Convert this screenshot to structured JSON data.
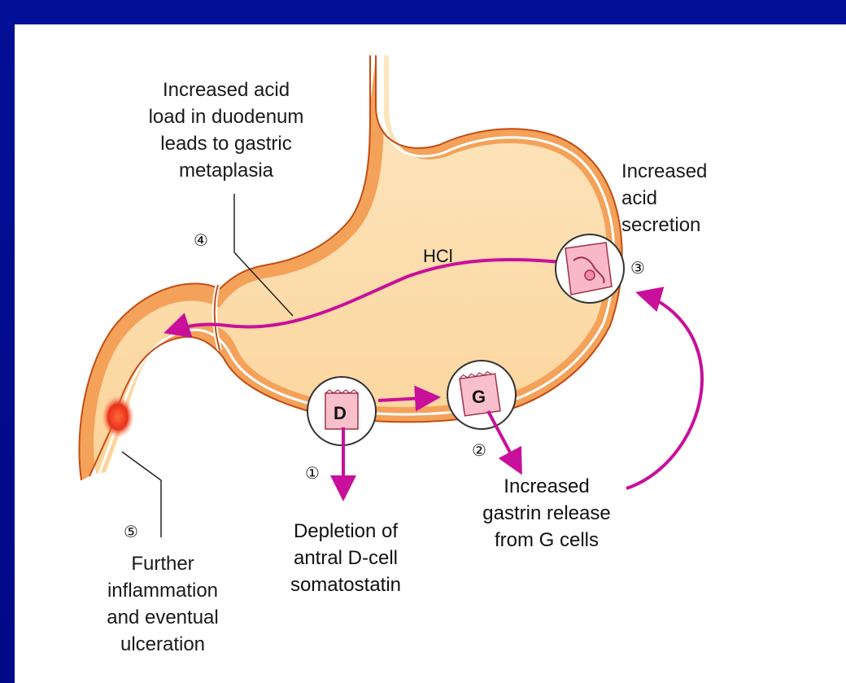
{
  "diagram": {
    "labels": {
      "acid_load": [
        "Increased acid",
        "load in duodenum",
        "leads to gastric",
        "metaplasia"
      ],
      "acid_secretion": [
        "Increased",
        "acid",
        "secretion"
      ],
      "gastrin_release": [
        "Increased",
        "gastrin release",
        "from G cells"
      ],
      "somatostatin": [
        "Depletion of",
        "antral D-cell",
        "somatostatin"
      ],
      "ulceration": [
        "Further",
        "inflammation",
        "and eventual",
        "ulceration"
      ],
      "hcl": "HCl"
    },
    "steps": [
      "①",
      "②",
      "③",
      "④",
      "⑤"
    ],
    "cells": {
      "d_cell": "D",
      "g_cell": "G"
    },
    "colors": {
      "background": "#000a8c",
      "arrow": "#c8109a",
      "stomach_fill": "#fde2b4",
      "stomach_wall": "#e8641e",
      "ulcer": "#e8301a"
    }
  }
}
